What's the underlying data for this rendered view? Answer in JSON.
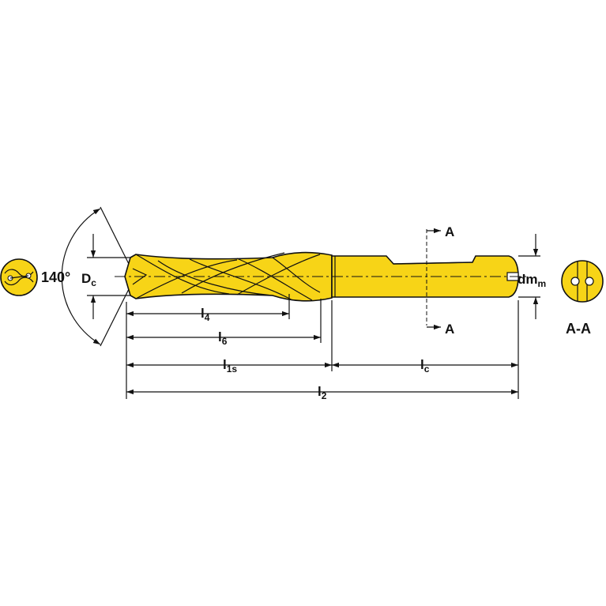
{
  "colors": {
    "tool_body": "#f7d417",
    "line": "#111111",
    "background": "#ffffff"
  },
  "labels": {
    "angle": "140°",
    "dc_main": "D",
    "dc_sub": "c",
    "l4_main": "l",
    "l4_sub": "4",
    "l6_main": "l",
    "l6_sub": "6",
    "l1s_main": "l",
    "l1s_sub": "1s",
    "lc_main": "l",
    "lc_sub": "c",
    "l2_main": "l",
    "l2_sub": "2",
    "dmm_main": "dm",
    "dmm_sub": "m",
    "section_top": "A",
    "section_bottom": "A",
    "section_view": "A-A"
  },
  "icons": {
    "end_view": "drill-end-view-icon",
    "section_view": "shank-section-icon",
    "arrow": "dimension-arrow-icon"
  }
}
